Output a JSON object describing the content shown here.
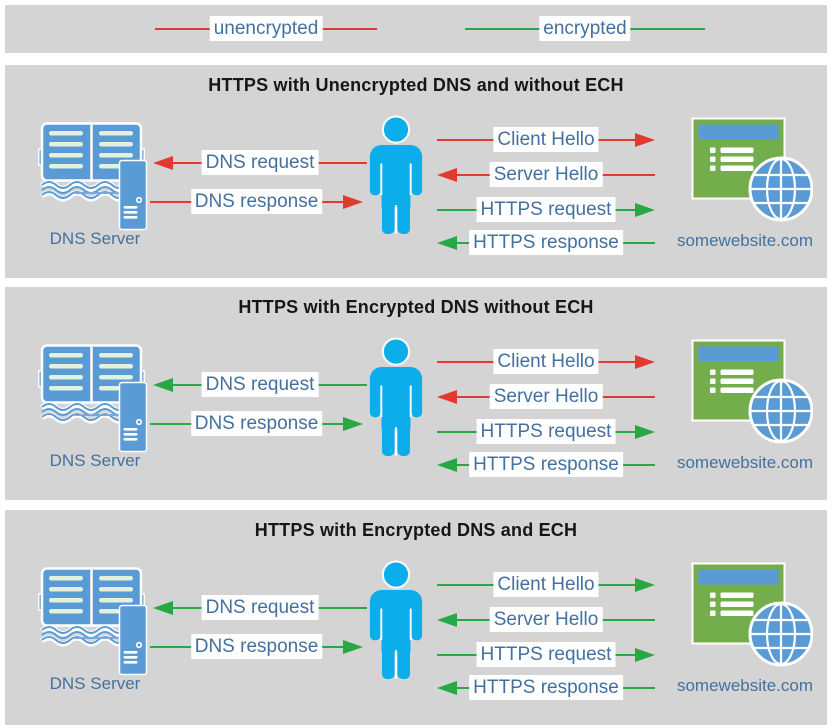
{
  "colors": {
    "unencrypted_red": "#e13b2f",
    "encrypted_green": "#27a844",
    "panel_background": "#d4d4d4",
    "label_text_blue": "#44709f",
    "person_cyan": "#0baeea",
    "icon_blue": "#5b9bd5",
    "website_green": "#74ad4c"
  },
  "legend": {
    "items": [
      {
        "label": "unencrypted",
        "enc": "unencrypted"
      },
      {
        "label": "encrypted",
        "enc": "encrypted"
      }
    ]
  },
  "panels": [
    {
      "title": "HTTPS with Unencrypted DNS and without ECH",
      "dns_server_label": "DNS Server",
      "website_label": "somewebsite.com",
      "flows": [
        {
          "label": "DNS request",
          "enc": "unencrypted",
          "direction": "to-dns-server"
        },
        {
          "label": "DNS response",
          "enc": "unencrypted",
          "direction": "to-client"
        },
        {
          "label": "Client Hello",
          "enc": "unencrypted",
          "direction": "to-website"
        },
        {
          "label": "Server Hello",
          "enc": "unencrypted",
          "direction": "to-client"
        },
        {
          "label": "HTTPS request",
          "enc": "encrypted",
          "direction": "to-website"
        },
        {
          "label": "HTTPS response",
          "enc": "encrypted",
          "direction": "to-client"
        }
      ]
    },
    {
      "title": "HTTPS with Encrypted DNS without ECH",
      "dns_server_label": "DNS Server",
      "website_label": "somewebsite.com",
      "flows": [
        {
          "label": "DNS request",
          "enc": "encrypted",
          "direction": "to-dns-server"
        },
        {
          "label": "DNS response",
          "enc": "encrypted",
          "direction": "to-client"
        },
        {
          "label": "Client Hello",
          "enc": "unencrypted",
          "direction": "to-website"
        },
        {
          "label": "Server Hello",
          "enc": "unencrypted",
          "direction": "to-client"
        },
        {
          "label": "HTTPS request",
          "enc": "encrypted",
          "direction": "to-website"
        },
        {
          "label": "HTTPS response",
          "enc": "encrypted",
          "direction": "to-client"
        }
      ]
    },
    {
      "title": "HTTPS with Encrypted DNS and ECH",
      "dns_server_label": "DNS Server",
      "website_label": "somewebsite.com",
      "flows": [
        {
          "label": "DNS request",
          "enc": "encrypted",
          "direction": "to-dns-server"
        },
        {
          "label": "DNS response",
          "enc": "encrypted",
          "direction": "to-client"
        },
        {
          "label": "Client Hello",
          "enc": "encrypted",
          "direction": "to-website"
        },
        {
          "label": "Server Hello",
          "enc": "encrypted",
          "direction": "to-client"
        },
        {
          "label": "HTTPS request",
          "enc": "encrypted",
          "direction": "to-website"
        },
        {
          "label": "HTTPS response",
          "enc": "encrypted",
          "direction": "to-client"
        }
      ]
    }
  ]
}
